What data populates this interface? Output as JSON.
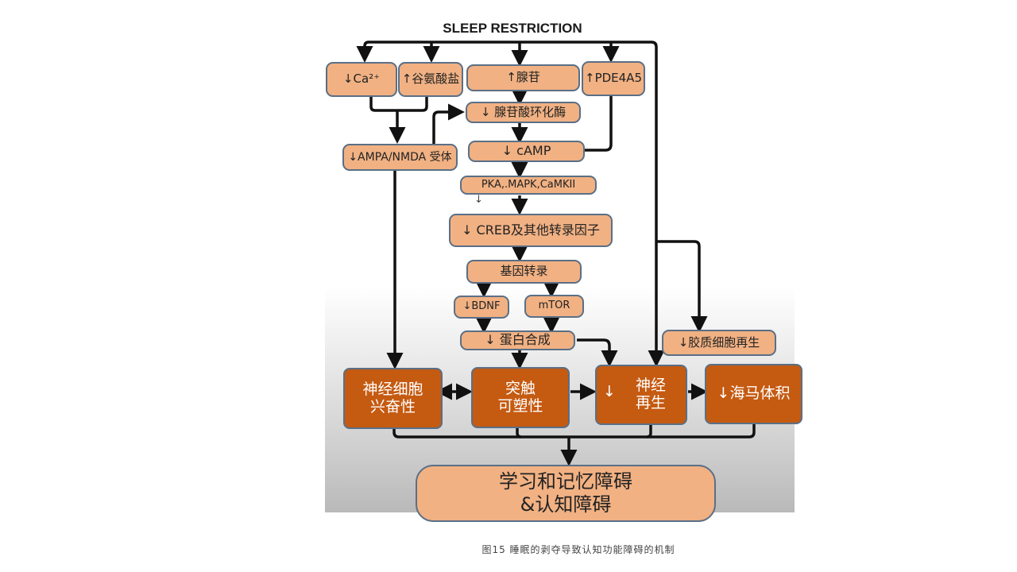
{
  "diagram": {
    "title": "SLEEP RESTRICTION",
    "nodes": {
      "ca": "↓Ca²⁺",
      "glutamate": "↑谷氨酸盐",
      "adenosine": "↑腺苷",
      "pde": "↑PDE4A5",
      "adenylyl_cyclase": "↓ 腺苷酸环化酶",
      "ampa_nmda": "↓AMPA/NMDA 受体",
      "camp": "↓ cAMP",
      "kinases": "PKA,.MAPK,CaMKII",
      "kinases_down": "↓",
      "creb": "↓ CREB及其他转录因子",
      "gene_transcription": "基因转录",
      "bdnf": "↓BDNF",
      "mtor": "mTOR",
      "protein_synthesis": "↓ 蛋白合成",
      "glia": "↓胶质细胞再生",
      "excitability_l1": "神经细胞",
      "excitability_l2": "兴奋性",
      "plasticity_l1": "突触",
      "plasticity_l2": "可塑性",
      "neurogenesis_arrow": "↓",
      "neurogenesis_l1": "神经",
      "neurogenesis_l2": "再生",
      "hippocampus": "↓海马体积",
      "outcome_l1": "学习和记忆障碍",
      "outcome_l2": "&认知障碍"
    },
    "colors": {
      "light_box": "#f1b183",
      "dark_box": "#c55a11",
      "border": "#5a6f86",
      "arrow": "#111111"
    }
  },
  "caption": "图15 睡眠的剥夺导致认知功能障碍的机制"
}
